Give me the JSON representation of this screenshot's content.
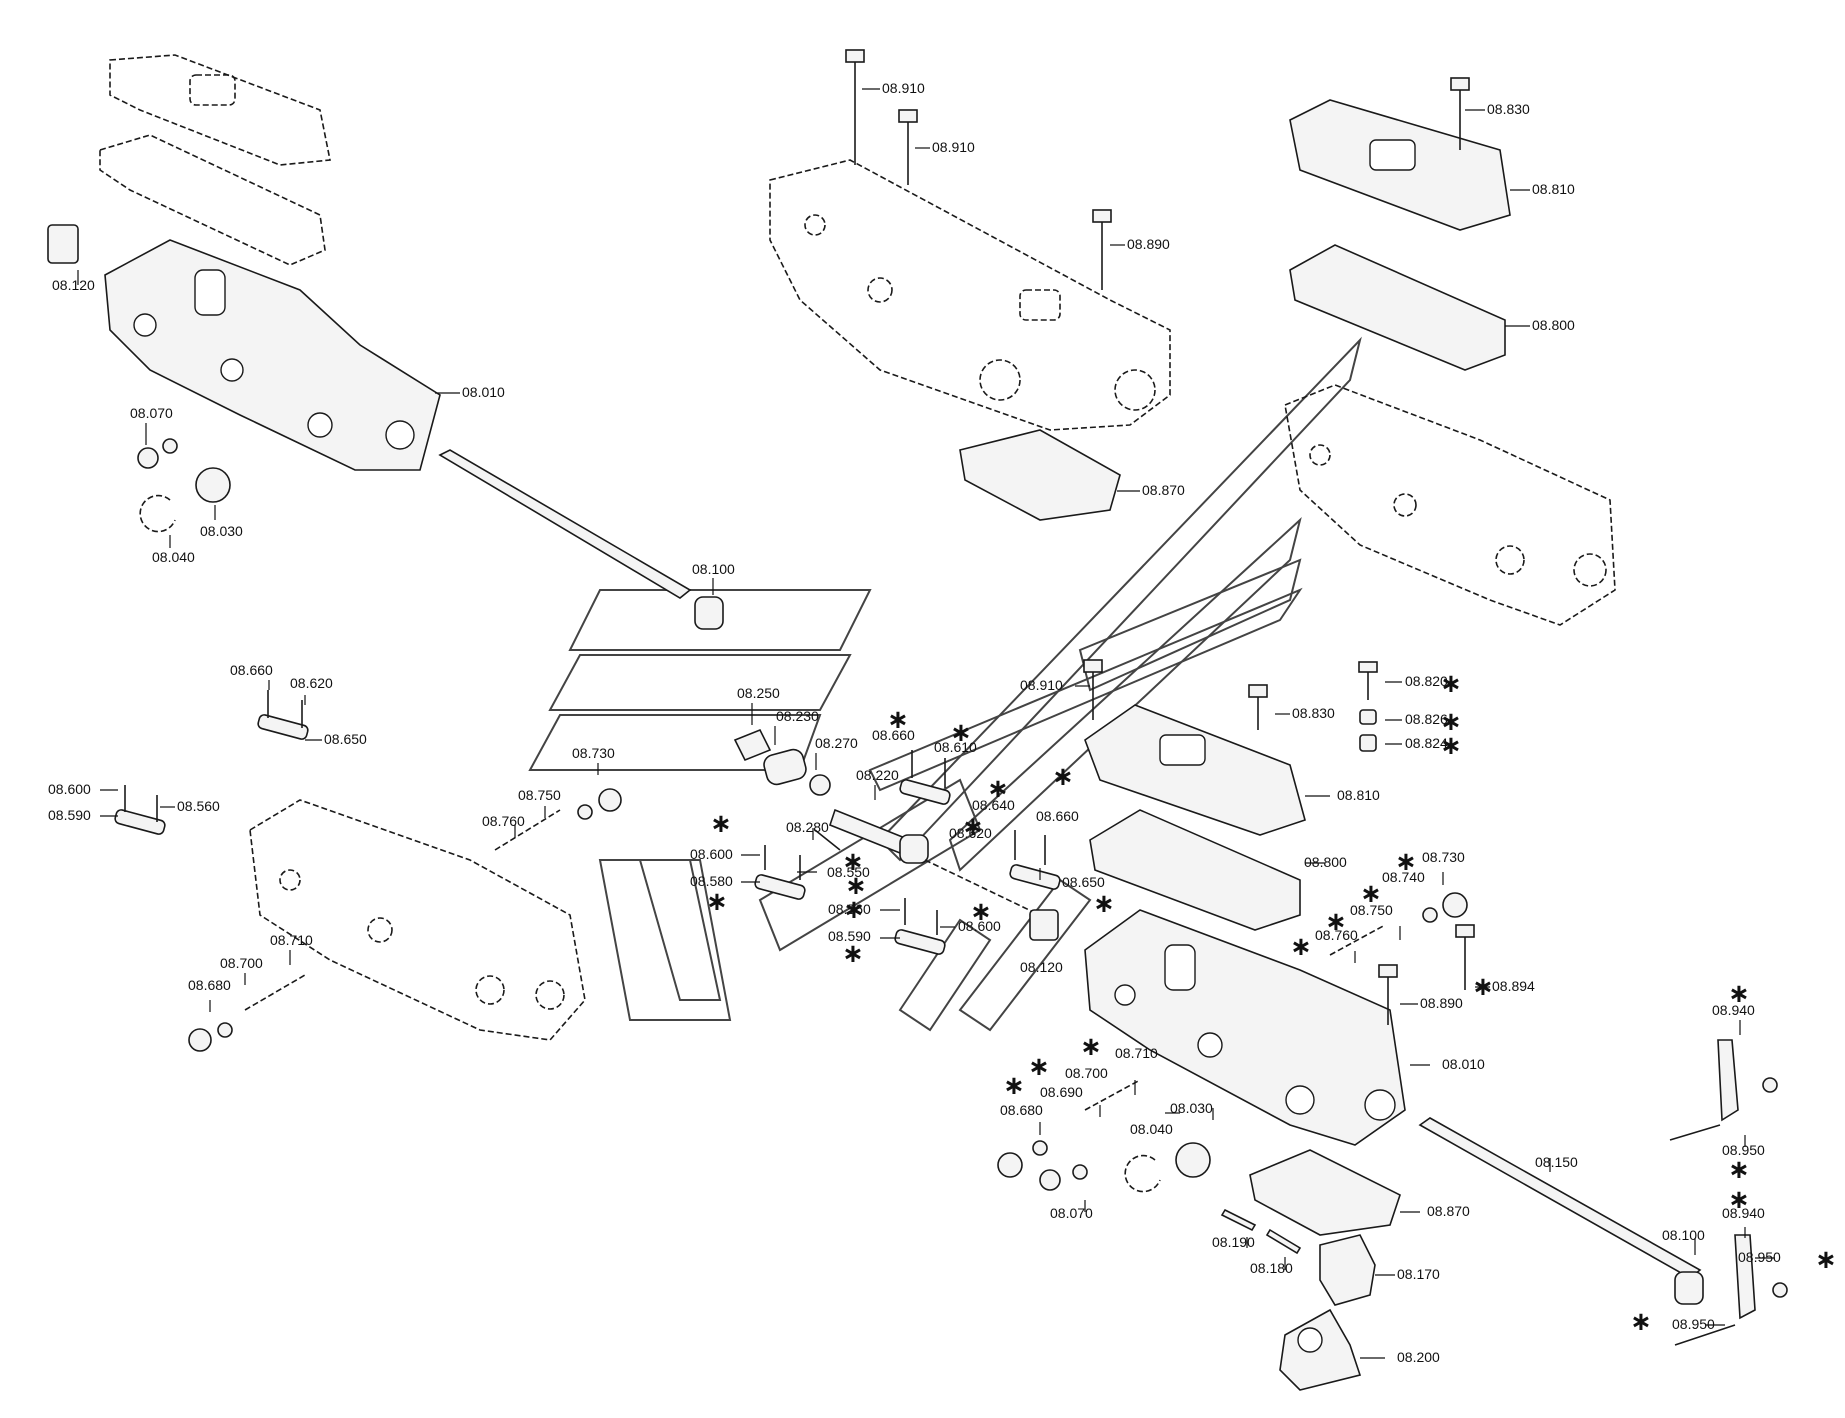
{
  "labels": [
    {
      "id": "08.120",
      "text": "08.120"
    },
    {
      "id": "08.010",
      "text": "08.010"
    },
    {
      "id": "08.070",
      "text": "08.070"
    },
    {
      "id": "08.030",
      "text": "08.030"
    },
    {
      "id": "08.040",
      "text": "08.040"
    },
    {
      "id": "08.100",
      "text": "08.100"
    },
    {
      "id": "08.910",
      "text": "08.910"
    },
    {
      "id": "08.890",
      "text": "08.890"
    },
    {
      "id": "08.870",
      "text": "08.870"
    },
    {
      "id": "08.830",
      "text": "08.830"
    },
    {
      "id": "08.810",
      "text": "08.810"
    },
    {
      "id": "08.800",
      "text": "08.800"
    },
    {
      "id": "08.660",
      "text": "08.660"
    },
    {
      "id": "08.620",
      "text": "08.620"
    },
    {
      "id": "08.650",
      "text": "08.650"
    },
    {
      "id": "08.600",
      "text": "08.600"
    },
    {
      "id": "08.590",
      "text": "08.590"
    },
    {
      "id": "08.560",
      "text": "08.560"
    },
    {
      "id": "08.730",
      "text": "08.730"
    },
    {
      "id": "08.750",
      "text": "08.750"
    },
    {
      "id": "08.760",
      "text": "08.760"
    },
    {
      "id": "08.710",
      "text": "08.710"
    },
    {
      "id": "08.700",
      "text": "08.700"
    },
    {
      "id": "08.680",
      "text": "08.680"
    },
    {
      "id": "08.250",
      "text": "08.250"
    },
    {
      "id": "08.230",
      "text": "08.230"
    },
    {
      "id": "08.270",
      "text": "08.270"
    },
    {
      "id": "08.220",
      "text": "08.220"
    },
    {
      "id": "08.280",
      "text": "08.280"
    },
    {
      "id": "08.610",
      "text": "08.610"
    },
    {
      "id": "08.640",
      "text": "08.640"
    },
    {
      "id": "08.580",
      "text": "08.580"
    },
    {
      "id": "08.550",
      "text": "08.550"
    },
    {
      "id": "08.820",
      "text": "08.820"
    },
    {
      "id": "08.826",
      "text": "08.826"
    },
    {
      "id": "08.824",
      "text": "08.824"
    },
    {
      "id": "08.740",
      "text": "08.740"
    },
    {
      "id": "08.894",
      "text": "08.894"
    },
    {
      "id": "08.940",
      "text": "08.940"
    },
    {
      "id": "08.950",
      "text": "08.950"
    },
    {
      "id": "08.690",
      "text": "08.690"
    },
    {
      "id": "08.150",
      "text": "08.150"
    },
    {
      "id": "08.190",
      "text": "08.190"
    },
    {
      "id": "08.180",
      "text": "08.180"
    },
    {
      "id": "08.170",
      "text": "08.170"
    },
    {
      "id": "08.200",
      "text": "08.200"
    }
  ],
  "asterisk": "∗"
}
